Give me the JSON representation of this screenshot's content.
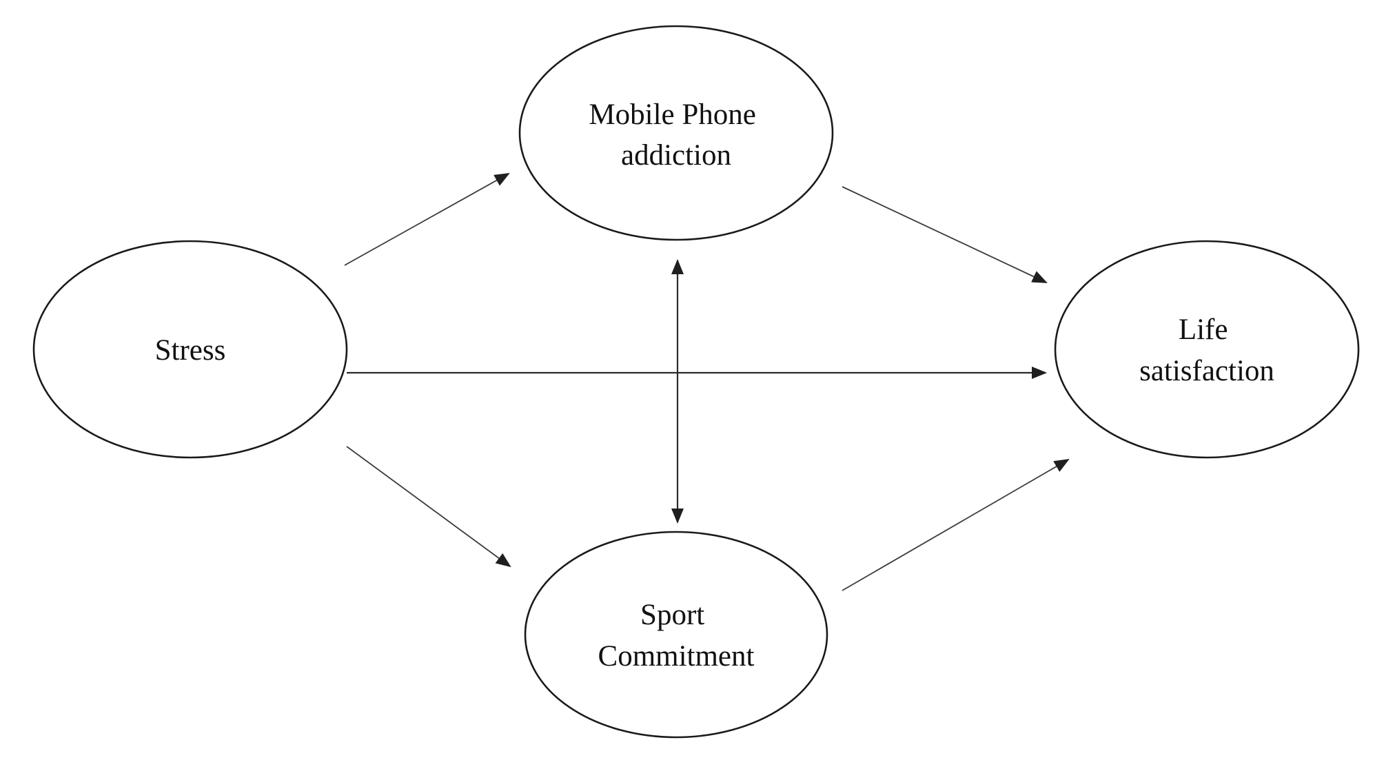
{
  "nodes": {
    "stress": {
      "lines": [
        "Stress"
      ]
    },
    "mobile_phone_addiction": {
      "lines": [
        "Mobile Phone",
        "addiction"
      ]
    },
    "sport_commitment": {
      "lines": [
        "Sport",
        "Commitment"
      ]
    },
    "life_satisfaction": {
      "lines": [
        "Life",
        "satisfaction"
      ]
    }
  },
  "edges": [
    {
      "from": "stress",
      "to": "mobile_phone_addiction",
      "type": "directed"
    },
    {
      "from": "stress",
      "to": "sport_commitment",
      "type": "directed"
    },
    {
      "from": "stress",
      "to": "life_satisfaction",
      "type": "directed"
    },
    {
      "from": "mobile_phone_addiction",
      "to": "life_satisfaction",
      "type": "directed"
    },
    {
      "from": "sport_commitment",
      "to": "life_satisfaction",
      "type": "directed"
    },
    {
      "from": "mobile_phone_addiction",
      "to": "sport_commitment",
      "type": "bidirectional"
    }
  ],
  "colors": {
    "stroke": "#1a1a1a",
    "arrow": "#2a2a2a",
    "background": "#ffffff"
  }
}
